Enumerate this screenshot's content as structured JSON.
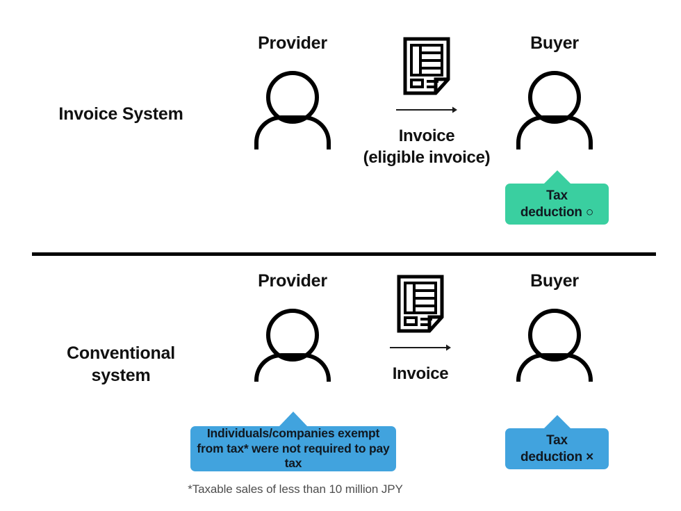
{
  "diagram": {
    "title_alt": "Invoice System vs Conventional system",
    "colors": {
      "accent_green": "#3ACFA0",
      "accent_blue": "#41A3DE",
      "ink": "#111111",
      "footnote_gray": "#4d4d4d",
      "background": "#ffffff"
    }
  },
  "rows": {
    "top": {
      "section_label": "Invoice System",
      "provider": {
        "label": "Provider",
        "icon": "person-icon"
      },
      "flow": {
        "document_icon": "invoice-document-icon",
        "arrow_icon": "right-arrow-icon",
        "caption_line1": "Invoice",
        "caption_line2": "(eligible invoice)"
      },
      "buyer": {
        "label": "Buyer",
        "icon": "person-icon"
      },
      "callout": {
        "line1": "Tax",
        "line2": "deduction ○",
        "color": "#3ACFA0"
      }
    },
    "bottom": {
      "section_label_line1": "Conventional",
      "section_label_line2": "system",
      "provider": {
        "label": "Provider",
        "icon": "person-icon"
      },
      "flow": {
        "document_icon": "invoice-document-icon",
        "arrow_icon": "right-arrow-icon",
        "caption_line1": "Invoice",
        "caption_line2": ""
      },
      "buyer": {
        "label": "Buyer",
        "icon": "person-icon"
      },
      "provider_callout": {
        "text": "Individuals/companies exempt from tax* were not required to pay tax",
        "color": "#41A3DE"
      },
      "buyer_callout": {
        "line1": "Tax",
        "line2": "deduction ×",
        "color": "#41A3DE"
      },
      "footnote": "*Taxable sales of less than 10 million JPY"
    }
  }
}
